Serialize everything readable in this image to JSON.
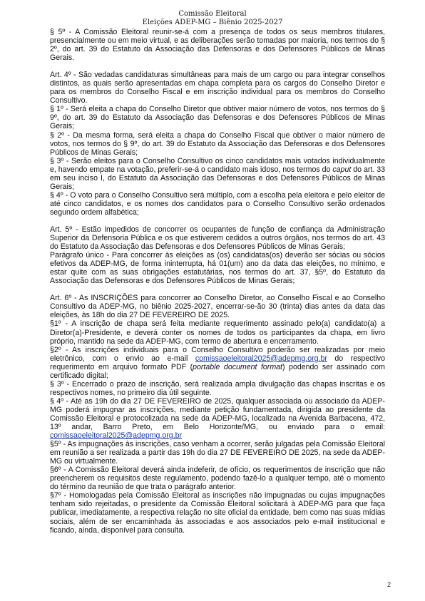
{
  "header": {
    "line1": "Comissão Eleitoral",
    "line2": "Eleições ADEP-MG – Biênio 2025-2027"
  },
  "paragraphs": {
    "p01": "§ 5º - A Comissão Eleitoral reunir-se-á com a presença de todos os seus membros titulares, presencialmente ou em meio virtual, e as deliberações serão tomadas por maioria, nos termos do § 2º, do art. 39 do Estatuto da Associação das Defensoras e dos Defensores Públicos de Minas Gerais.",
    "p02": "Art. 4º - São vedadas candidaturas simultâneas para mais de um cargo ou para integrar conselhos distintos, as quais serão apresentadas em chapa completa para os cargos do Conselho Diretor e para os membros do Conselho Fiscal e em inscrição individual para os membros do Conselho Consultivo.",
    "p03": "§ 1º - Será eleita a chapa do Conselho Diretor que obtiver maior número de votos, nos termos do § 9º, do art. 39 do Estatuto da Associação das Defensoras e dos Defensores Públicos de Minas Gerais;",
    "p04": "§ 2º - Da mesma forma, será eleita a chapa do Conselho Fiscal que obtiver o maior número de votos, nos termos do § 9º, do art. 39 do Estatuto da Associação das Defensoras e dos Defensores Públicos de Minas Gerais;",
    "p05a": "§ 3º - Serão eleitos para o Conselho Consultivo os cinco candidatos mais votados individualmente e, havendo empate na votação, preferir-se-á o candidato mais idoso, nos termos do ",
    "p05em": "caput",
    "p05b": " do art. 33 em seu inciso I, do Estatuto da Associação das Defensoras e dos Defensores Públicos de Minas Gerais;",
    "p06": "§ 4º - O voto para o Conselho Consultivo será múltiplo, com a escolha pela eleitora e pelo eleitor de até cinco candidatos, e os nomes dos candidatos para o Conselho Consultivo serão ordenados segundo ordem alfabética;",
    "p07": "Art. 5º - Estão impedidos de concorrer os ocupantes de função de confiança da Administração Superior da Defensoria Pública e os que estiverem cedidos a outros órgãos, nos termos do art. 43 do Estatuto da Associação das Defensoras e dos Defensores Públicos de Minas Gerais;",
    "p08": "Parágrafo único - Para concorrer às eleições as (os) candidatas(os) deverão ser sócias ou sócios efetivos da ADEP-MG, de forma ininterrupta, há 01(um) ano da data das eleições, no mínimo, e estar quite com as suas obrigações estatutárias, nos termos do art. 37, §5º, do Estatuto da Associação das Defensoras e dos Defensores Públicos de Minas Gerais;",
    "p09": "Art. 6º - As INSCRIÇÕES para concorrer ao Conselho Diretor, ao Conselho Fiscal e ao Conselho Consultivo da ADEP-MG, no biênio 2025-2027, encerrar-se-ão 30 (trinta) dias antes da data das eleições, às 18h do dia 27 DE FEVEREIRO DE 2025.",
    "p10": "§1º - A inscrição de chapa será feita mediante requerimento assinado pelo(a) candidato(a) a Diretor(a)-Presidente, e deverá conter os nomes de todos os participantes da chapa, em livro próprio, mantido na sede da ADEP-MG, com termo de abertura e encerramento.",
    "p11a": "§2º - As inscrições individuais para o Conselho Consultivo poderão ser realizadas por meio eletrônico, com o envio ao e-mail ",
    "p11link": "comissaoeleitoral2025@adepmg.org.br",
    "p11b": " do respectivo requerimento em arquivo formato PDF (",
    "p11em": "portable document format",
    "p11c": ") podendo ser assinado com certificado digital;",
    "p12": "§ 3º - Encerrado o prazo de inscrição, será realizada ampla divulgação das chapas inscritas e os respectivos nomes, no primeiro dia útil seguinte.",
    "p13a": "§ 4º - Até as 19h do dia 27 DE FEVEREIRO de 2025, qualquer associada ou associado da ADEP-MG poderá impugnar as inscrições, mediante petição fundamentada, dirigida ao presidente da Comissão Eleitoral e protocolizada na sede da ADEP-MG, localizada na Avenida Barbacena, 472, 13º andar, Barro Preto, em Belo Horizonte/MG, ou enviado para o email: ",
    "p13link": "comissaoeleitoral2025@adepmg.org.br",
    "p14": "§5º - As impugnações às inscrições, caso venham a ocorrer, serão julgadas pela Comissão Eleitoral em reunião a ser realizada a partir das 19h do dia 27 DE FEVEREIRO DE 2025, na sede da ADEP-MG ou virtualmente.",
    "p15": "§6º - A Comissão Eleitoral deverá ainda indeferir, de ofício, os requerimentos de inscrição que não preencherem os requisitos deste regulamento, podendo fazê-lo a qualquer tempo, até o momento do término da reunião de que trata o parágrafo anterior.",
    "p16": "§7º - Homologadas pela Comissão Eleitoral as inscrições não impugnadas ou cujas impugnações tenham sido rejeitadas, o presidente da Comissão Eleitoral solicitará à ADEP-MG para que faça publicar, imediatamente, a respectiva relação no site oficial da entidade, bem como nas suas mídias sociais, além de ser encaminhada às associadas e aos associados pelo e-mail institucional e ficando, ainda, disponível para consulta."
  },
  "page_number": "2"
}
